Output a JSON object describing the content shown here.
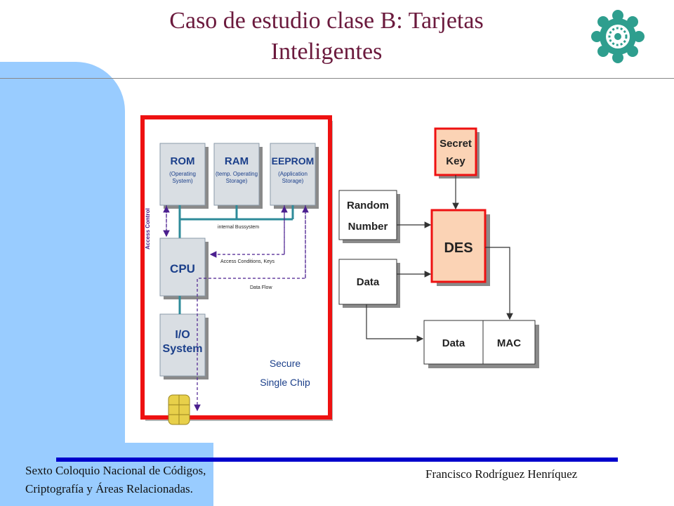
{
  "slide": {
    "title_line1": "Caso de estudio clase B: Tarjetas",
    "title_line2": "Inteligentes",
    "footer_left_line1": "Sexto Coloquio Nacional de Códigos,",
    "footer_left_line2": "Criptografía y Áreas Relacionadas.",
    "footer_right": "Francisco Rodríguez Henríquez"
  },
  "diagram": {
    "chip": {
      "rom_title": "ROM",
      "rom_sub1": "(Operating",
      "rom_sub2": "System)",
      "ram_title": "RAM",
      "ram_sub1": "(temp. Operating",
      "ram_sub2": "Storage)",
      "eeprom_title": "EEPROM",
      "eeprom_sub1": "(Application",
      "eeprom_sub2": "Storage)",
      "cpu": "CPU",
      "io_line1": "I/O",
      "io_line2": "System",
      "access_control": "Access Control",
      "internal_bus": "internal Bussystem",
      "access_conditions": "Access Conditions, Keys",
      "data_flow": "Data Flow",
      "secure_line1": "Secure",
      "secure_line2": "Single Chip"
    },
    "crypto": {
      "secret_line1": "Secret",
      "secret_line2": "Key",
      "random_line1": "Random",
      "random_line2": "Number",
      "des": "DES",
      "data_in": "Data",
      "data_out": "Data",
      "mac": "MAC"
    },
    "colors": {
      "chip_border": "#ee1111",
      "module_fill": "#d9dee3",
      "bus_color": "#2e8b9a",
      "dashed_arrow": "#4b1f8f",
      "des_fill": "#fbd3b5",
      "title_color": "#6b1a3d",
      "side_blue": "#99ccff",
      "footer_rule": "#0000cc"
    }
  }
}
